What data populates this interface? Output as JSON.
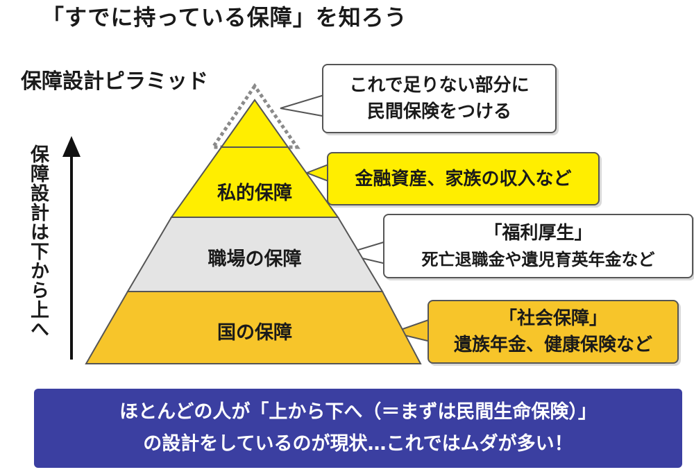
{
  "page_title": "「すでに持っている保障」を知ろう",
  "pyramid_title": "保障設計ピラミッド",
  "axis_label": "保障設計は下から上へ",
  "tiers": [
    {
      "label": ""
    },
    {
      "label": "私的保障"
    },
    {
      "label": "職場の保障"
    },
    {
      "label": "国の保障"
    }
  ],
  "callouts": [
    {
      "lines": [
        "これで足りない部分に",
        "民間保険をつける"
      ]
    },
    {
      "lines": [
        "金融資産、家族の収入など"
      ]
    },
    {
      "lines": [
        "「福利厚生」",
        "死亡退職金や遺児育英年金など"
      ]
    },
    {
      "lines": [
        "「社会保障」",
        "遺族年金、健康保険など"
      ]
    }
  ],
  "banner": {
    "lines": [
      "ほとんどの人が「上から下へ（＝まずは民間生命保険）」",
      "の設計をしているのが現状…これではムダが多い！"
    ]
  },
  "colors": {
    "top_yellow": "#ffee00",
    "private_yellow": "#ffee00",
    "workplace_gray": "#e4e4e4",
    "national_gold": "#f7c52a",
    "banner_blue": "#3b3fa1"
  }
}
